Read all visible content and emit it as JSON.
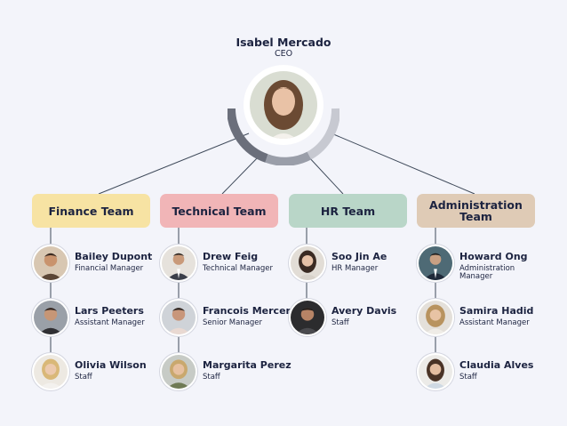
{
  "ceo": {
    "name": "Isabel Mercado",
    "title": "CEO"
  },
  "colors": {
    "finance": "#f7e3a3",
    "technical": "#f1b5b7",
    "hr": "#b9d6c8",
    "administration": "#dfcbb6",
    "connector": "#3f4a5a",
    "ring_dark": "#6b6f7b",
    "ring_mid": "#9a9ea9",
    "ring_light": "#c7c9d1"
  },
  "teams": [
    {
      "label": "Finance Team",
      "members": [
        {
          "name": "Bailey Dupont",
          "role": "Financial Manager"
        },
        {
          "name": "Lars Peeters",
          "role": "Assistant Manager"
        },
        {
          "name": "Olivia Wilson",
          "role": "Staff"
        }
      ]
    },
    {
      "label": "Technical Team",
      "members": [
        {
          "name": "Drew Feig",
          "role": "Technical Manager"
        },
        {
          "name": "Francois Mercer",
          "role": "Senior Manager"
        },
        {
          "name": "Margarita Perez",
          "role": "Staff"
        }
      ]
    },
    {
      "label": "HR Team",
      "members": [
        {
          "name": "Soo Jin Ae",
          "role": "HR Manager"
        },
        {
          "name": "Avery Davis",
          "role": "Staff"
        }
      ]
    },
    {
      "label": "Administration Team",
      "members": [
        {
          "name": "Howard Ong",
          "role": "Administration Manager"
        },
        {
          "name": "Samira Hadid",
          "role": "Assistant Manager"
        },
        {
          "name": "Claudia Alves",
          "role": "Staff"
        }
      ]
    }
  ]
}
